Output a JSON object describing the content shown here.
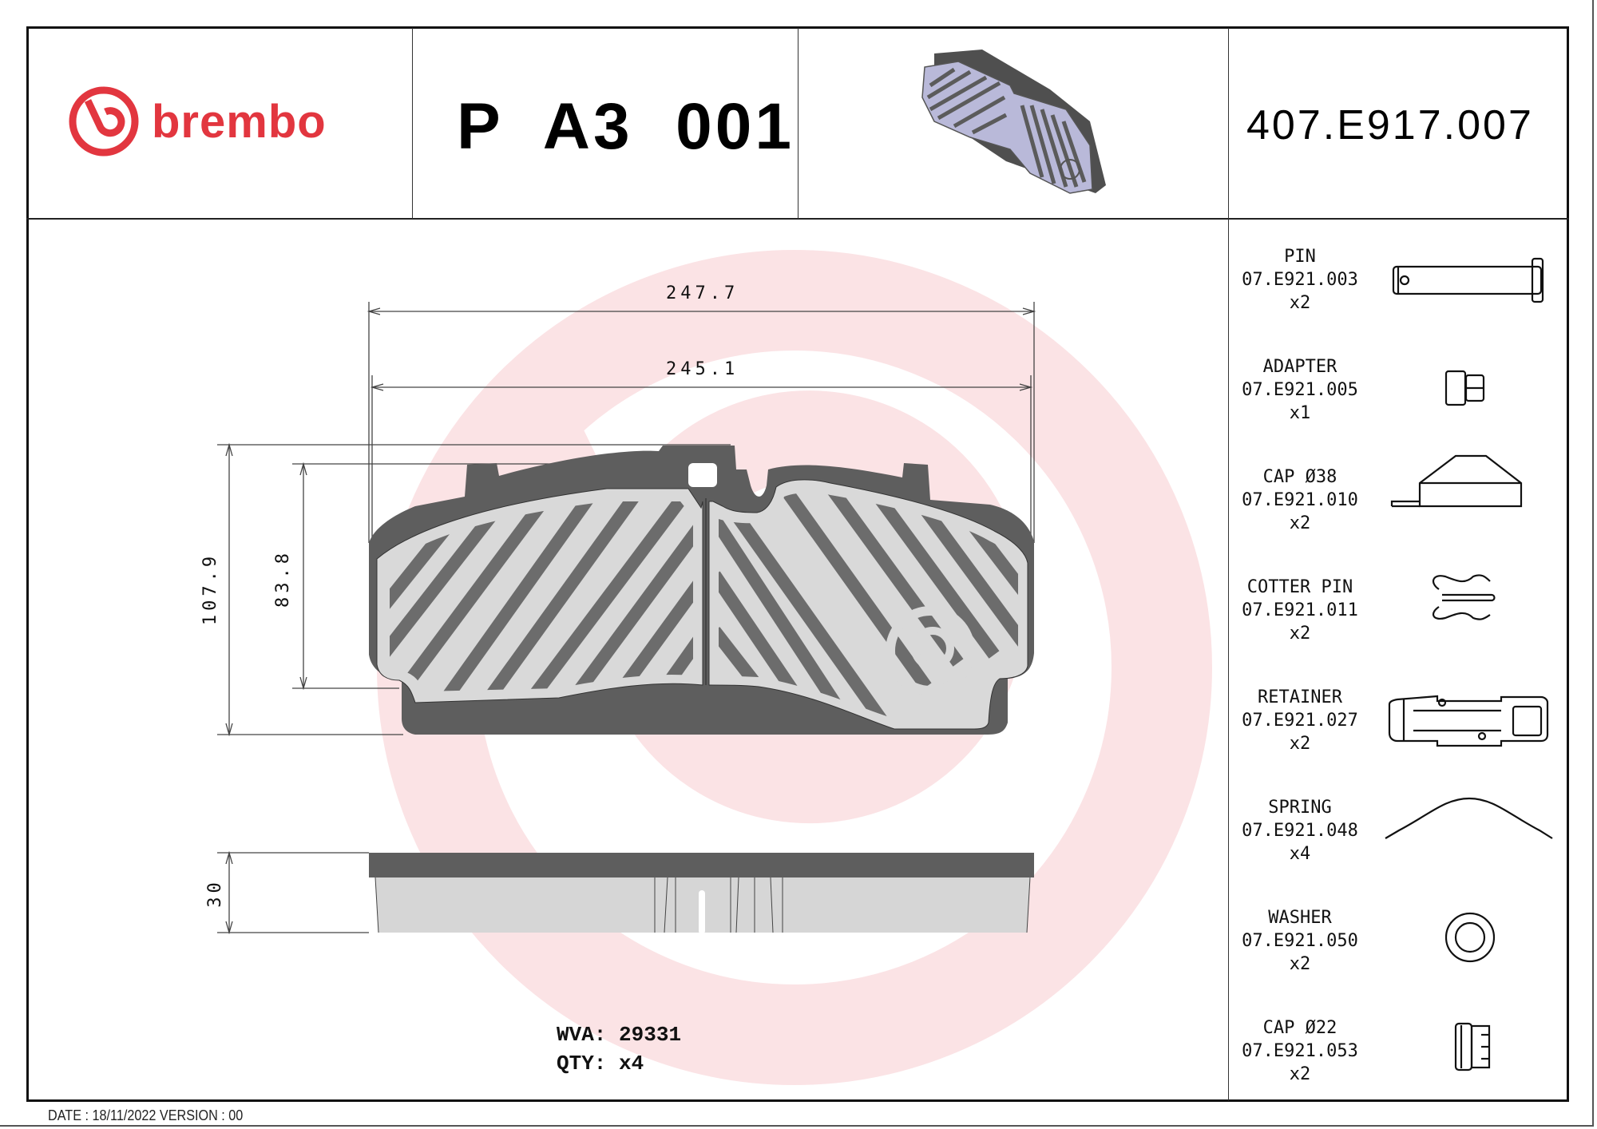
{
  "header": {
    "brand": "brembo",
    "product_code": "P  A3  001",
    "reference_code": "407.E917.007",
    "thumbnail": "brake-pad-3d-render"
  },
  "colors": {
    "brand_red": "#e2363f",
    "watermark_pink": "#fbe3e5",
    "backplate": "#5a5a5a",
    "friction": "#d9d9d9",
    "hatch_dark": "#6e6e6e"
  },
  "drawing": {
    "dimensions": {
      "overall_width": "247.7",
      "friction_width": "245.1",
      "overall_height": "107.9",
      "friction_height": "83.8",
      "thickness": "30"
    }
  },
  "info": {
    "wva_label": "WVA:",
    "wva_value": "29331",
    "qty_label": "QTY:",
    "qty_value": "x4"
  },
  "parts": [
    {
      "name": "PIN",
      "code": "07.E921.003",
      "qty": "x2",
      "icon": "pin"
    },
    {
      "name": "ADAPTER",
      "code": "07.E921.005",
      "qty": "x1",
      "icon": "adapter"
    },
    {
      "name": "CAP Ø38",
      "code": "07.E921.010",
      "qty": "x2",
      "icon": "cap-38"
    },
    {
      "name": "COTTER PIN",
      "code": "07.E921.011",
      "qty": "x2",
      "icon": "cotter-pin"
    },
    {
      "name": "RETAINER",
      "code": "07.E921.027",
      "qty": "x2",
      "icon": "retainer"
    },
    {
      "name": "SPRING",
      "code": "07.E921.048",
      "qty": "x4",
      "icon": "spring"
    },
    {
      "name": "WASHER",
      "code": "07.E921.050",
      "qty": "x2",
      "icon": "washer"
    },
    {
      "name": "CAP Ø22",
      "code": "07.E921.053",
      "qty": "x2",
      "icon": "cap-22"
    }
  ],
  "footer": {
    "date_version": "DATE : 18/11/2022 VERSION : 00"
  }
}
